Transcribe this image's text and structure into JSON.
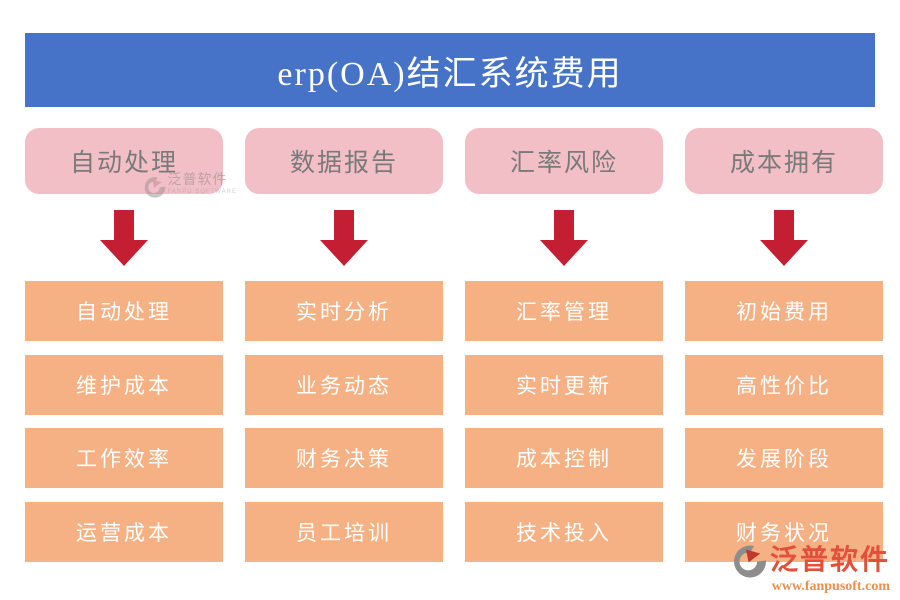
{
  "title": "erp(OA)结汇系统费用",
  "columns": [
    {
      "header": "自动处理",
      "items": [
        "自动处理",
        "维护成本",
        "工作效率",
        "运营成本"
      ]
    },
    {
      "header": "数据报告",
      "items": [
        "实时分析",
        "业务动态",
        "财务决策",
        "员工培训"
      ]
    },
    {
      "header": "汇率风险",
      "items": [
        "汇率管理",
        "实时更新",
        "成本控制",
        "技术投入"
      ]
    },
    {
      "header": "成本拥有",
      "items": [
        "初始费用",
        "高性价比",
        "发展阶段",
        "财务状况"
      ]
    }
  ],
  "watermark": {
    "brand": "泛普软件",
    "url": "www.fanpusoft.com",
    "faint_brand": "泛普软件",
    "faint_sub": "FANPU SOFTWARE"
  },
  "colors": {
    "banner_blue": "#4673C8",
    "pink": "#F2BFC6",
    "pink_text": "#7A7A7A",
    "orange": "#F5B183",
    "arrow_red": "#C41E33",
    "watermark_red": "#E2503C",
    "watermark_orange": "#EC8F4B"
  }
}
